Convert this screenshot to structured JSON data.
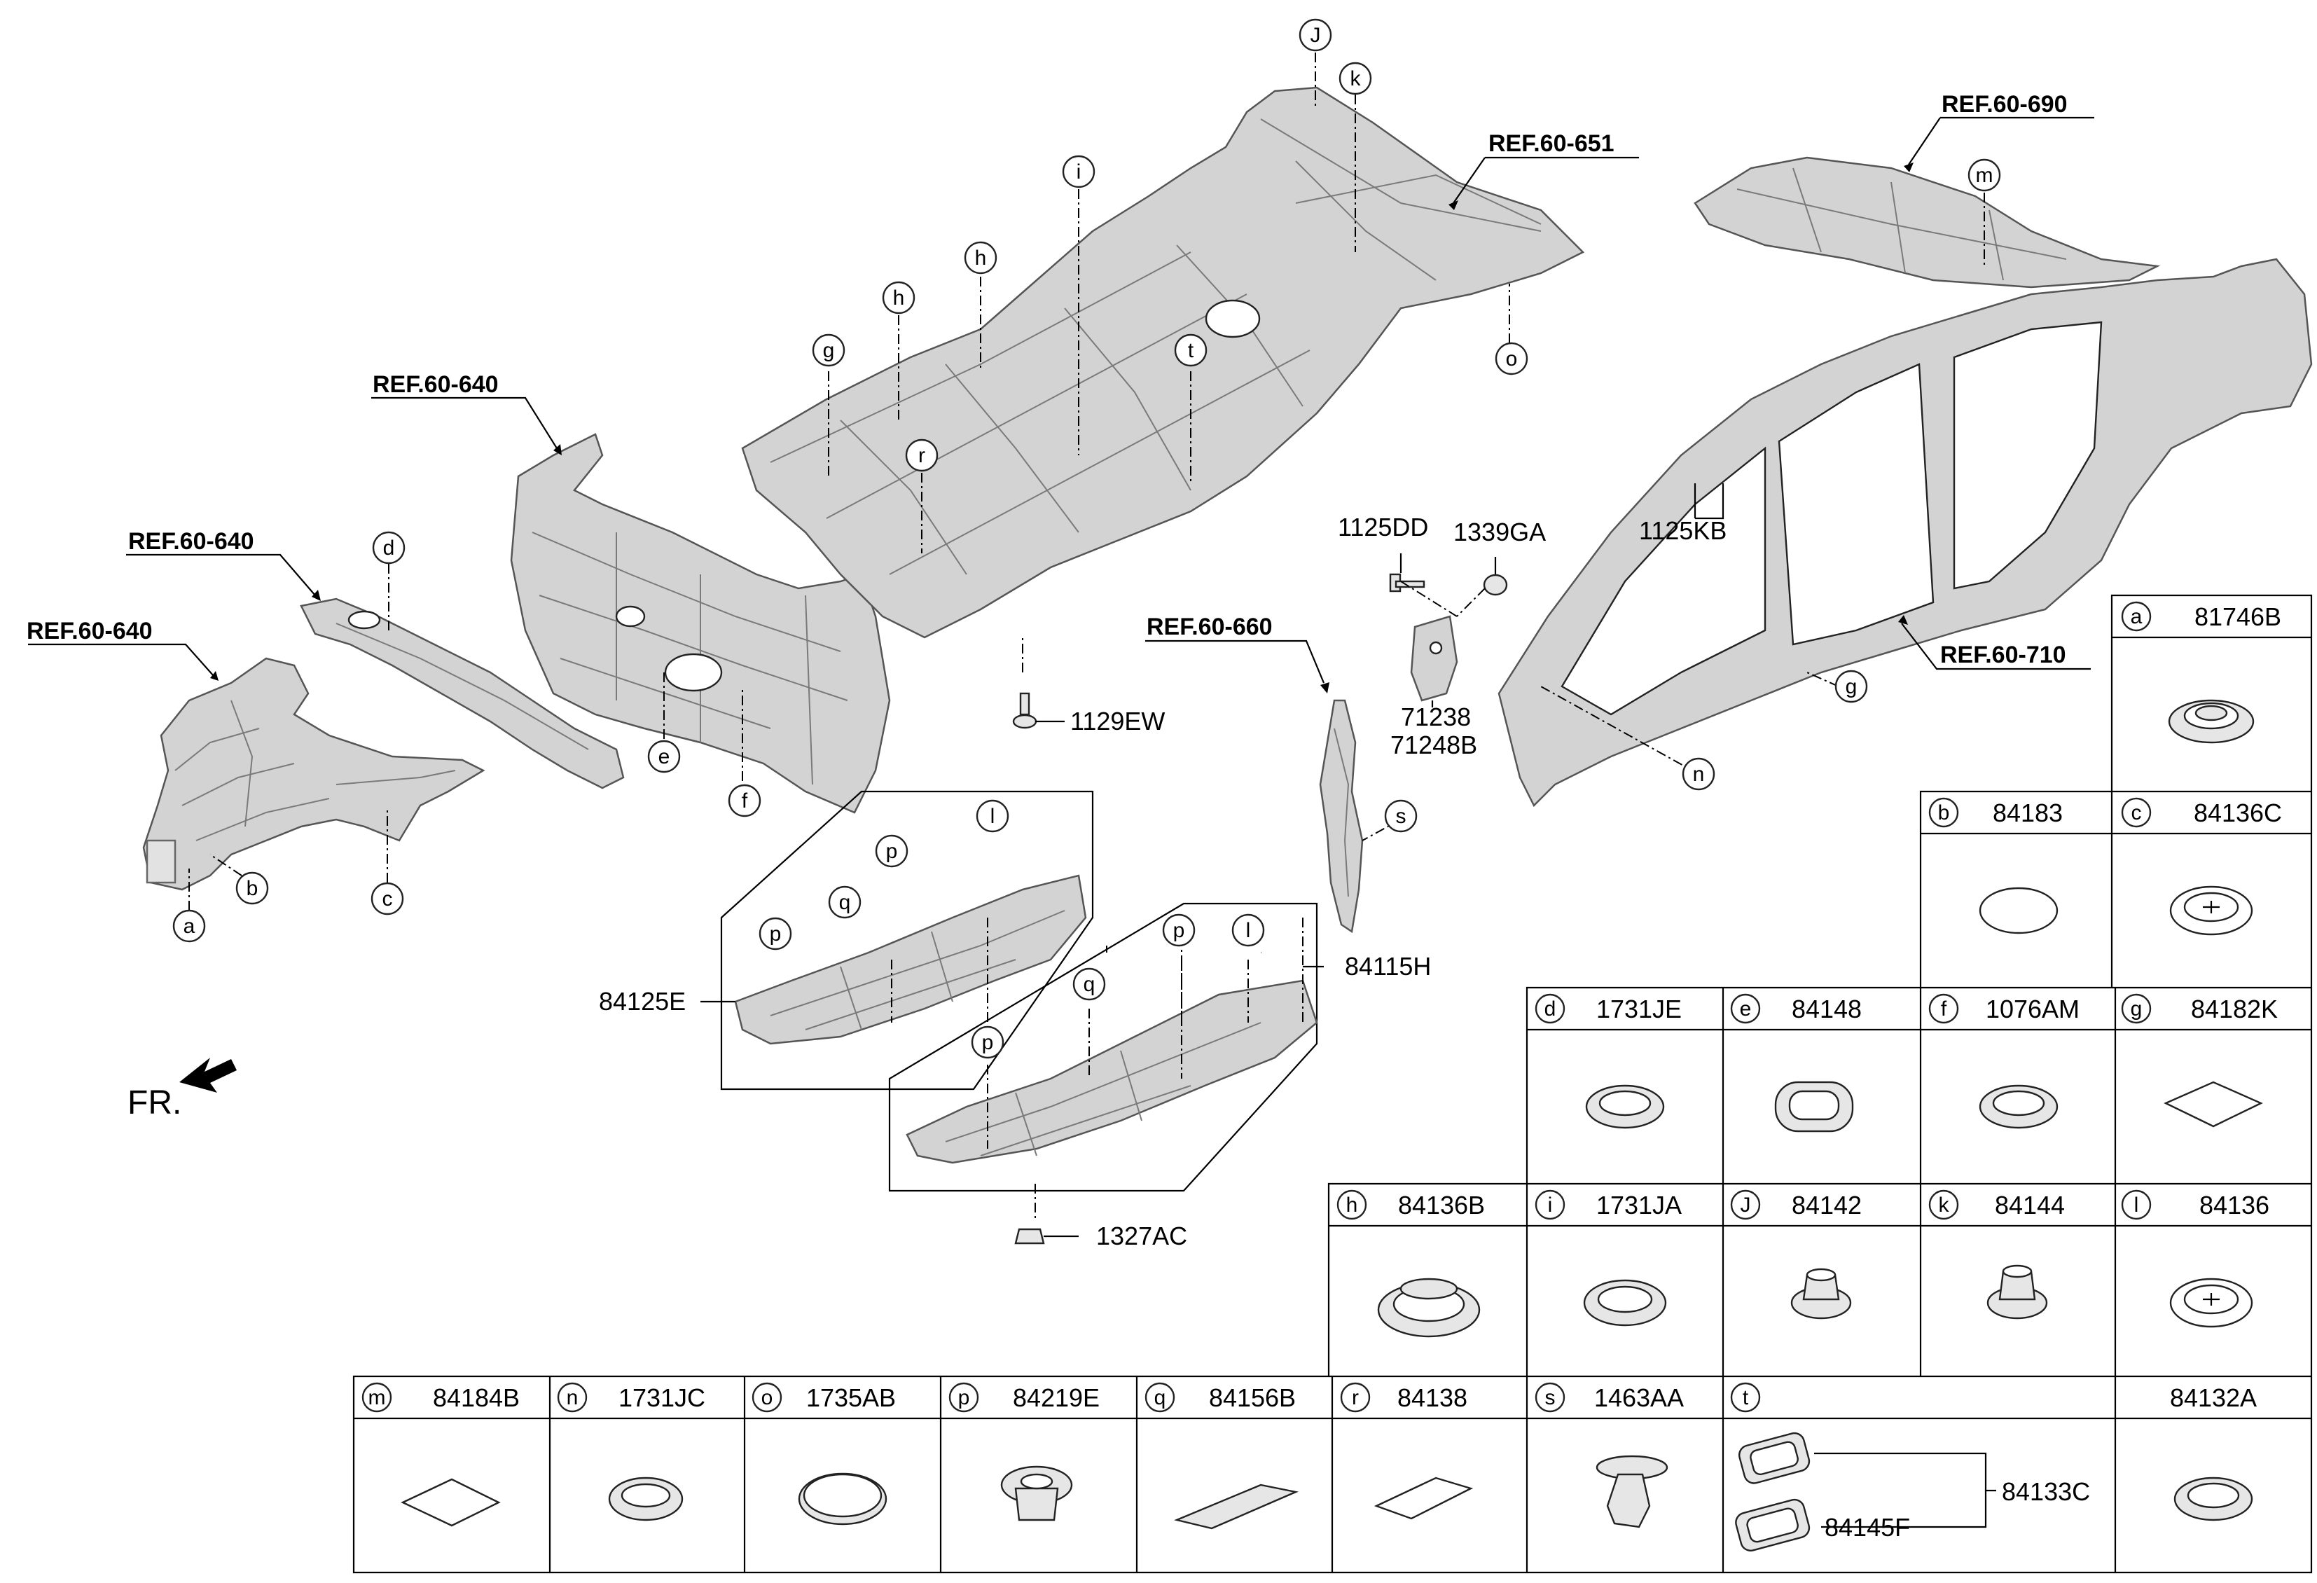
{
  "refs": [
    {
      "id": "ref-640-a",
      "label": "REF.60-640"
    },
    {
      "id": "ref-640-b",
      "label": "REF.60-640"
    },
    {
      "id": "ref-640-c",
      "label": "REF.60-640"
    },
    {
      "id": "ref-651",
      "label": "REF.60-651"
    },
    {
      "id": "ref-660",
      "label": "REF.60-660"
    },
    {
      "id": "ref-690",
      "label": "REF.60-690"
    },
    {
      "id": "ref-710",
      "label": "REF.60-710"
    }
  ],
  "part_numbers": {
    "p1129EW": "1129EW",
    "p1125DD": "1125DD",
    "p1339GA": "1339GA",
    "p1125KB": "1125KB",
    "p71238": "71238",
    "p71248B": "71248B",
    "p84125E": "84125E",
    "p84115H": "84115H",
    "p1327AC": "1327AC",
    "p84133C": "84133C",
    "p84145F": "84145F"
  },
  "fr_label": "FR.",
  "callouts": {
    "a": "a",
    "b": "b",
    "c": "c",
    "d": "d",
    "e": "e",
    "f": "f",
    "g": "g",
    "h": "h",
    "i": "i",
    "J": "J",
    "k": "k",
    "l": "l",
    "m": "m",
    "n": "n",
    "o": "o",
    "p": "p",
    "q": "q",
    "r": "r",
    "s": "s",
    "t": "t"
  },
  "legend": [
    {
      "letter": "a",
      "part": "81746B"
    },
    {
      "letter": "b",
      "part": "84183"
    },
    {
      "letter": "c",
      "part": "84136C"
    },
    {
      "letter": "d",
      "part": "1731JE"
    },
    {
      "letter": "e",
      "part": "84148"
    },
    {
      "letter": "f",
      "part": "1076AM"
    },
    {
      "letter": "g",
      "part": "84182K"
    },
    {
      "letter": "h",
      "part": "84136B"
    },
    {
      "letter": "i",
      "part": "1731JA"
    },
    {
      "letter": "J",
      "part": "84142"
    },
    {
      "letter": "k",
      "part": "84144"
    },
    {
      "letter": "l",
      "part": "84136"
    },
    {
      "letter": "m",
      "part": "84184B"
    },
    {
      "letter": "n",
      "part": "1731JC"
    },
    {
      "letter": "o",
      "part": "1735AB"
    },
    {
      "letter": "p",
      "part": "84219E"
    },
    {
      "letter": "q",
      "part": "84156B"
    },
    {
      "letter": "r",
      "part": "84138"
    },
    {
      "letter": "s",
      "part": "1463AA"
    },
    {
      "letter": "t",
      "part": "84132A"
    }
  ]
}
